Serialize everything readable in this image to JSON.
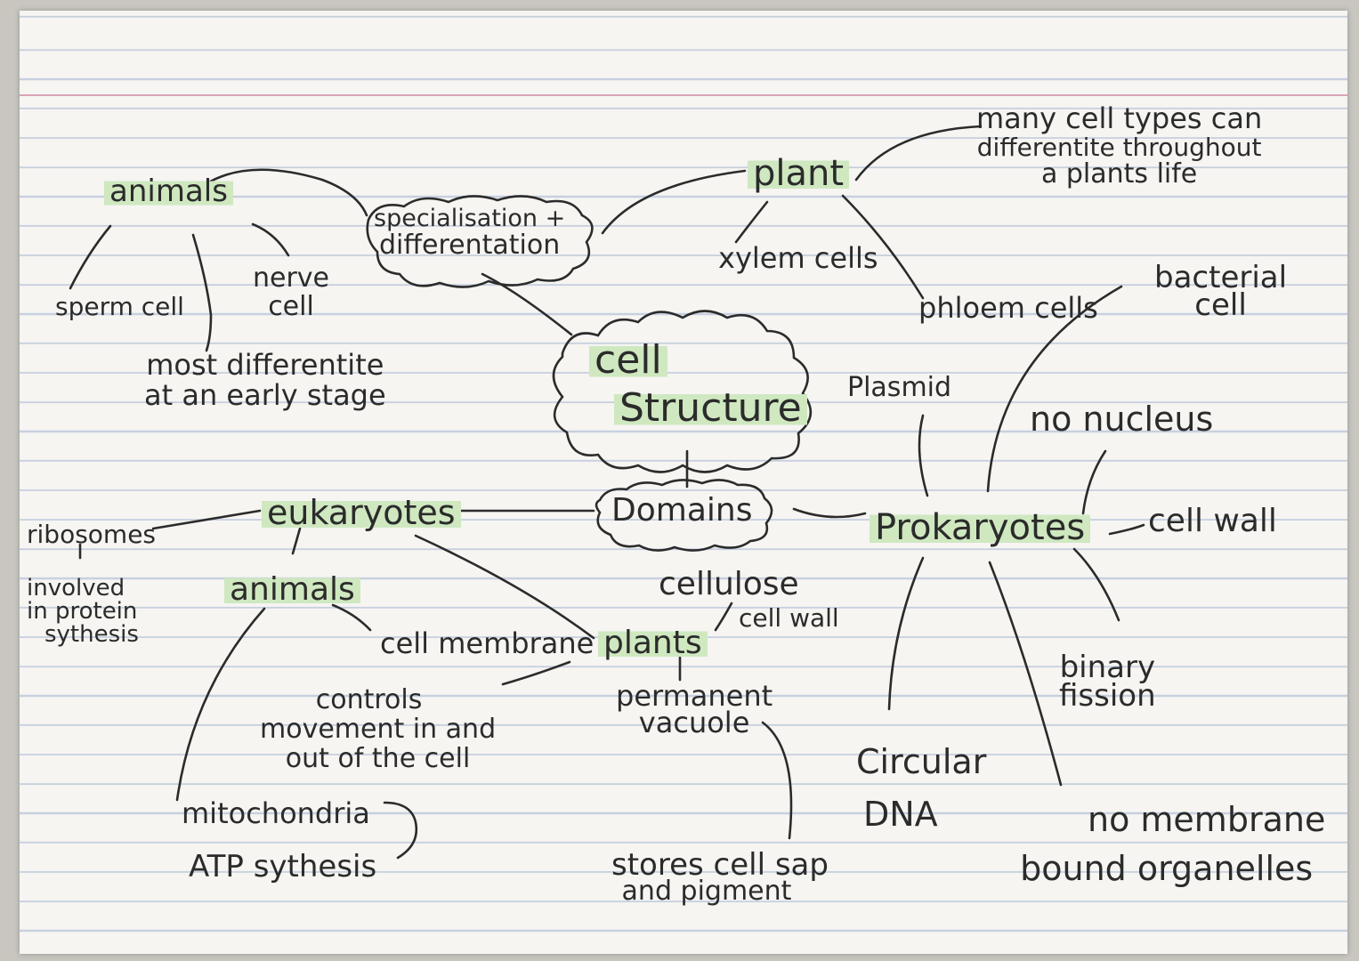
{
  "nodes": {
    "animals_top": "animals",
    "sperm_cell": "sperm cell",
    "nerve_cell": [
      "nerve",
      "cell"
    ],
    "most_differentiate": [
      "most differentite",
      "at an early stage"
    ],
    "specialisation": [
      "specialisation +",
      "differentation"
    ],
    "plant": "plant",
    "xylem": "xylem cells",
    "phloem": "phloem cells",
    "many_cell_types": [
      "many cell types can",
      "differentite throughout",
      "a plants life"
    ],
    "bacterial_cell": [
      "bacterial",
      "cell"
    ],
    "cell_structure": [
      "cell",
      "Structure"
    ],
    "plasmid": "Plasmid",
    "no_nucleus": "no nucleus",
    "domains": "Domains",
    "eukaryotes": "eukaryotes",
    "prokaryotes": "Prokaryotes",
    "cell_wall_right": "cell wall",
    "ribosomes": "ribosomes",
    "ribosomes_desc": [
      "involved",
      "in protein",
      "sythesis"
    ],
    "animals_bottom": "animals",
    "cellulose": "cellulose",
    "cell_wall_plant": "cell wall",
    "cell_membrane": "cell membrane",
    "plants": "plants",
    "controls": [
      "controls",
      "movement in and",
      "out of the cell"
    ],
    "permanent_vacuole": [
      "permanent",
      "vacuole"
    ],
    "binary_fission": [
      "binary",
      "fission"
    ],
    "circular_dna": [
      "Circular",
      "DNA"
    ],
    "mitochondria": "mitochondria",
    "atp": "ATP sythesis",
    "stores_cell_sap": [
      "stores cell sap",
      "and pigment"
    ],
    "no_membrane": [
      "no membrane",
      "bound organelles"
    ]
  },
  "colors": {
    "highlight": "#cfe8c0",
    "ink": "#2b2b2b",
    "ruled_line": "#c7d0df",
    "margin_line": "#d9a3b7",
    "paper": "#f6f5f2"
  }
}
